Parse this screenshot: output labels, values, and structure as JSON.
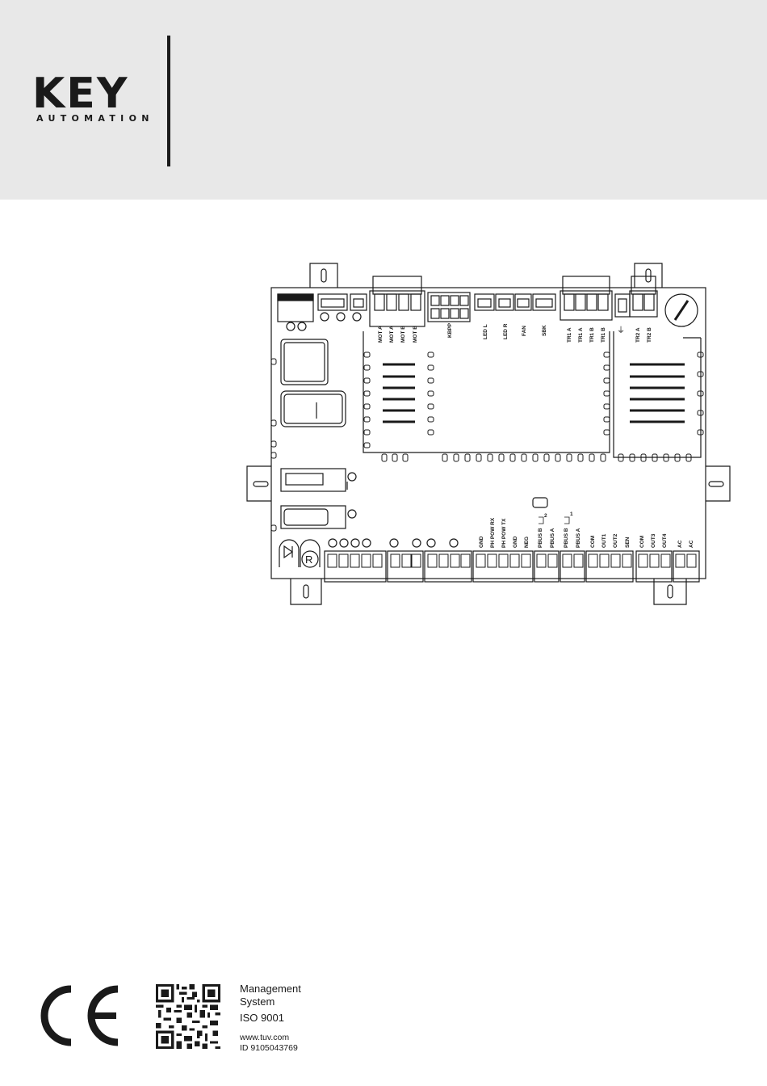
{
  "header": {
    "logo_main": "KEY",
    "logo_sub": "AUTOMATION"
  },
  "board": {
    "top_labels": [
      "MOT A",
      "MOT A",
      "MOT B",
      "MOT B",
      "KBPP",
      "LED L",
      "LED R",
      "FAN",
      "SBK",
      "TR1 A",
      "TR1 A",
      "TR1 B",
      "TR1 B",
      "TR2 A",
      "TR2 B"
    ],
    "bottom_labels": [
      "GND",
      "PH POW RX",
      "PH POW TX",
      "GND",
      "NEG",
      "PBUS B",
      "PBUS A",
      "PBUS B",
      "PBUS A",
      "COM",
      "OUT1",
      "OUT2",
      "SEN",
      "COM",
      "OUT3",
      "OUT4",
      "AC",
      "AC"
    ],
    "bus_group_2": "2",
    "bus_group_1": "1",
    "reset_button": "R",
    "ground_symbol": "⏚"
  },
  "footer": {
    "ce_mark": "CE",
    "cert_line1": "Management",
    "cert_line2": "System",
    "cert_line3": "ISO 9001",
    "cert_url": "www.tuv.com",
    "cert_id": "ID  9105043769"
  }
}
